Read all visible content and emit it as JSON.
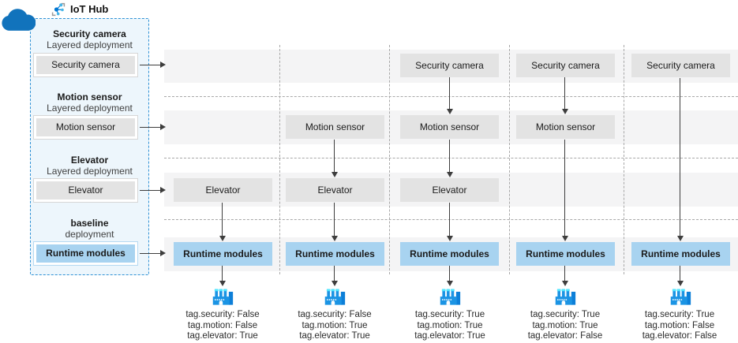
{
  "header": {
    "hub_label": "IoT Hub"
  },
  "panel": {
    "groups": [
      {
        "title": "Security camera",
        "subtitle": "Layered deployment",
        "box_label": "Security camera"
      },
      {
        "title": "Motion sensor",
        "subtitle": "Layered deployment",
        "box_label": "Motion sensor"
      },
      {
        "title": "Elevator",
        "subtitle": "Layered deployment",
        "box_label": "Elevator"
      },
      {
        "title": "baseline",
        "subtitle": "deployment",
        "box_label": "Runtime modules"
      }
    ]
  },
  "grid": {
    "row_labels": [
      "Security camera",
      "Motion sensor",
      "Elevator",
      "Runtime modules"
    ],
    "columns": [
      {
        "tags": [
          "tag.security: False",
          "tag.motion: False",
          "tag.elevator: True"
        ]
      },
      {
        "tags": [
          "tag.security: False",
          "tag.motion: True",
          "tag.elevator: True"
        ]
      },
      {
        "tags": [
          "tag.security: True",
          "tag.motion: True",
          "tag.elevator: True"
        ]
      },
      {
        "tags": [
          "tag.security: True",
          "tag.motion: True",
          "tag.elevator: False"
        ]
      },
      {
        "tags": [
          "tag.security: True",
          "tag.motion: False",
          "tag.elevator: False"
        ]
      }
    ]
  },
  "icons": {
    "cloud": "cloud-icon",
    "iot_hub": "iot-hub-icon",
    "device": "iot-edge-device-icon"
  },
  "colors": {
    "accent_blue": "#1173bc",
    "panel_border": "#2e91d5",
    "panel_bg": "#edf6fc",
    "band_bg": "#f4f4f5",
    "gray_box": "#e3e3e3",
    "blue_box": "#a8d3f0",
    "chimney_cyan": "#50e6ff",
    "arrow": "#3d3d3d"
  }
}
